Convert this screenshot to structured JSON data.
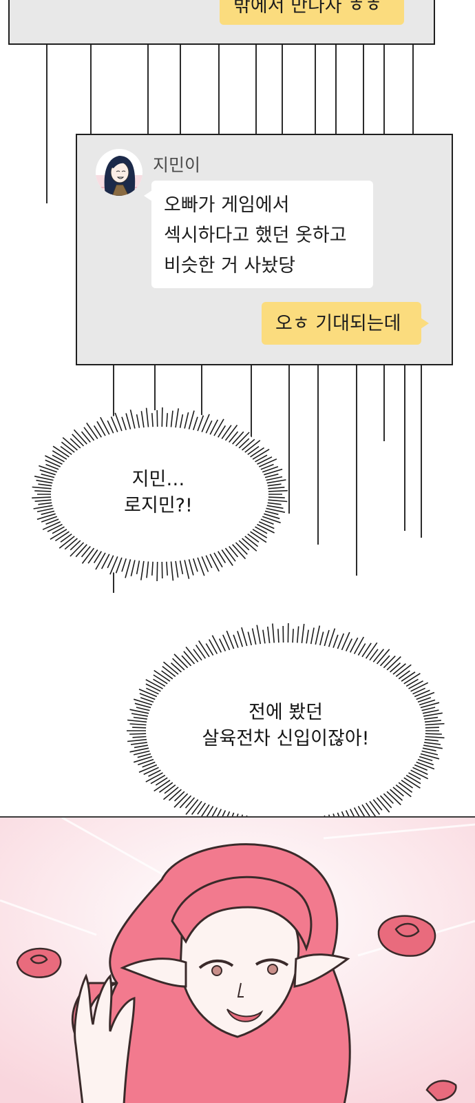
{
  "panel_top": {
    "outgoing_message": "밖에서 만나자 ㅎㅎ"
  },
  "panel_chat": {
    "sender_name": "지민이",
    "incoming_message_lines": [
      "오빠가 게임에서",
      "섹시하다고 했던 옷하고",
      "비슷한 거 사놨당"
    ],
    "outgoing_message": "오ㅎ 기대되는데"
  },
  "shout_1": {
    "lines": [
      "지민…",
      "로지민?!"
    ]
  },
  "shout_2": {
    "lines": [
      "전에 봤던",
      "살육전차 신입이잖아!"
    ]
  },
  "colors": {
    "chat_panel_bg": "#e8e8e8",
    "outgoing_bubble": "#fbdc7e",
    "incoming_bubble": "#ffffff",
    "hair_pink": "#f27a8e",
    "rose_pink": "#e96b7d",
    "background_pink": "#fbe5e9"
  },
  "icons": {
    "avatar": "jimin-avatar-icon"
  }
}
